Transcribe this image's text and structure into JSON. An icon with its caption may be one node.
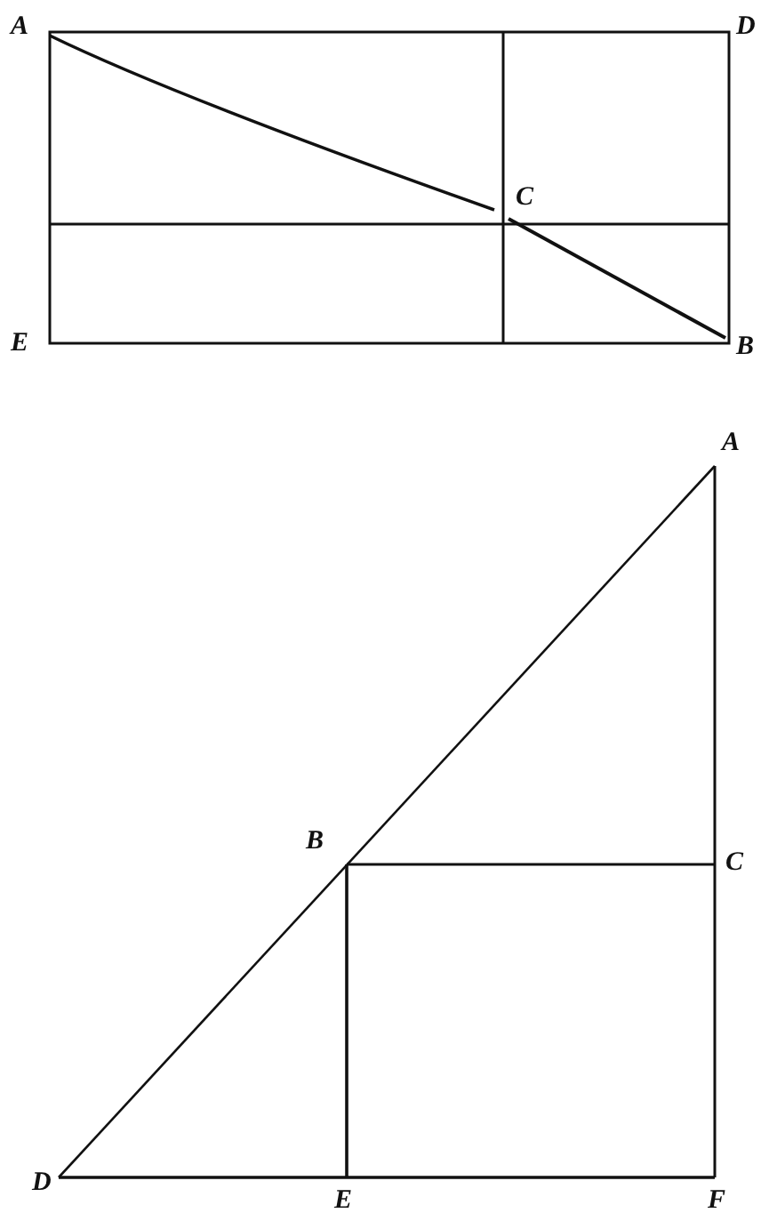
{
  "diagram": {
    "labels": [
      "A",
      "D",
      "C",
      "E",
      "B",
      "A",
      "B",
      "C",
      "D",
      "E",
      "F"
    ]
  }
}
